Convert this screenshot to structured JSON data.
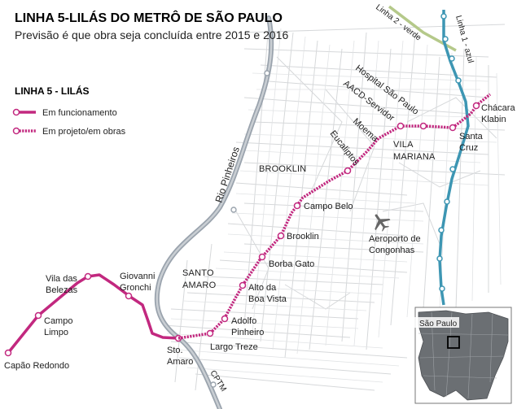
{
  "title": "LINHA 5-LILÁS DO METRÔ DE SÃO PAULO",
  "subtitle": "Previsão é que obra seja concluída entre 2015 e 2016",
  "legend": {
    "heading": "LINHA 5 - LILÁS",
    "operating": "Em funcionamento",
    "planned": "Em projeto/em obras"
  },
  "colors": {
    "line5": "#c2287f",
    "line1": "#3d96b3",
    "line2": "#b5c98a",
    "river": "#9aa3ad",
    "streets": "#d2d4d6"
  },
  "lines": {
    "line1": "Linha 1 - azul",
    "line2": "Linha 2 - verde"
  },
  "river": "Rio Pinheiros",
  "rail": "CPTM",
  "districts": {
    "brooklin": "BROOKLIN",
    "vila_mariana_1": "VILA",
    "vila_mariana_2": "MARIANA",
    "santo_amaro_1": "SANTO",
    "santo_amaro_2": "AMARO"
  },
  "airport": {
    "line1": "Aeroporto de",
    "line2": "Congonhas",
    "icon": "airplane-icon"
  },
  "stations": {
    "capao_redondo": "Capão Redondo",
    "campo_limpo_1": "Campo",
    "campo_limpo_2": "Limpo",
    "vila_belezas_1": "Vila das",
    "vila_belezas_2": "Belezas",
    "giovanni_1": "Giovanni",
    "giovanni_2": "Gronchi",
    "sto_amaro_1": "Sto.",
    "sto_amaro_2": "Amaro",
    "largo_treze": "Largo Treze",
    "adolfo_1": "Adolfo",
    "adolfo_2": "Pinheiro",
    "alto_boa_vista_1": "Alto da",
    "alto_boa_vista_2": "Boa Vista",
    "borba_gato": "Borba Gato",
    "brooklin": "Brooklin",
    "campo_belo": "Campo Belo",
    "eucaliptos": "Eucaliptos",
    "moema": "Moema",
    "aacd": "AACD-Servidor",
    "hospital": "Hospital São Paulo",
    "santa_cruz_1": "Santa",
    "santa_cruz_2": "Cruz",
    "chacara_1": "Chácara",
    "chacara_2": "Klabin"
  },
  "inset": {
    "label": "São Paulo"
  }
}
